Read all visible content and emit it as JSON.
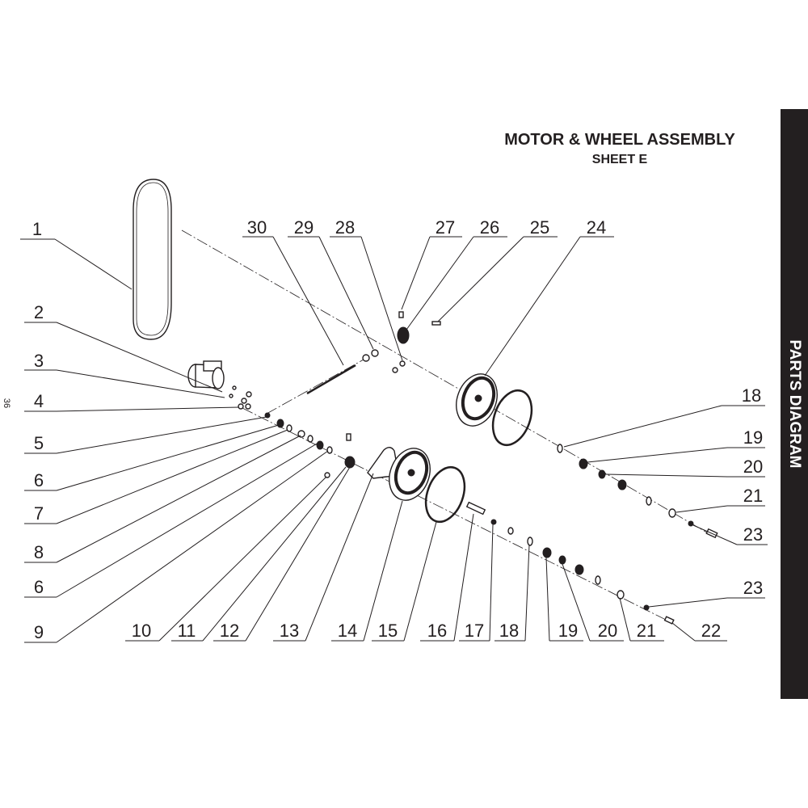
{
  "header": {
    "title": "MOTOR & WHEEL ASSEMBLY",
    "subtitle": "SHEET E"
  },
  "sidebar": {
    "label": "PARTS DIAGRAM"
  },
  "page_number": "36",
  "callouts": {
    "left": [
      "1",
      "2",
      "3",
      "4",
      "5",
      "6",
      "7",
      "8",
      "6",
      "9"
    ],
    "bottom": [
      "10",
      "11",
      "12",
      "13",
      "14",
      "15",
      "16",
      "17",
      "18",
      "19",
      "20",
      "21",
      "22"
    ],
    "top": [
      "30",
      "29",
      "28",
      "27",
      "26",
      "25",
      "24"
    ],
    "right": [
      "18",
      "19",
      "20",
      "21",
      "23",
      "23"
    ]
  }
}
